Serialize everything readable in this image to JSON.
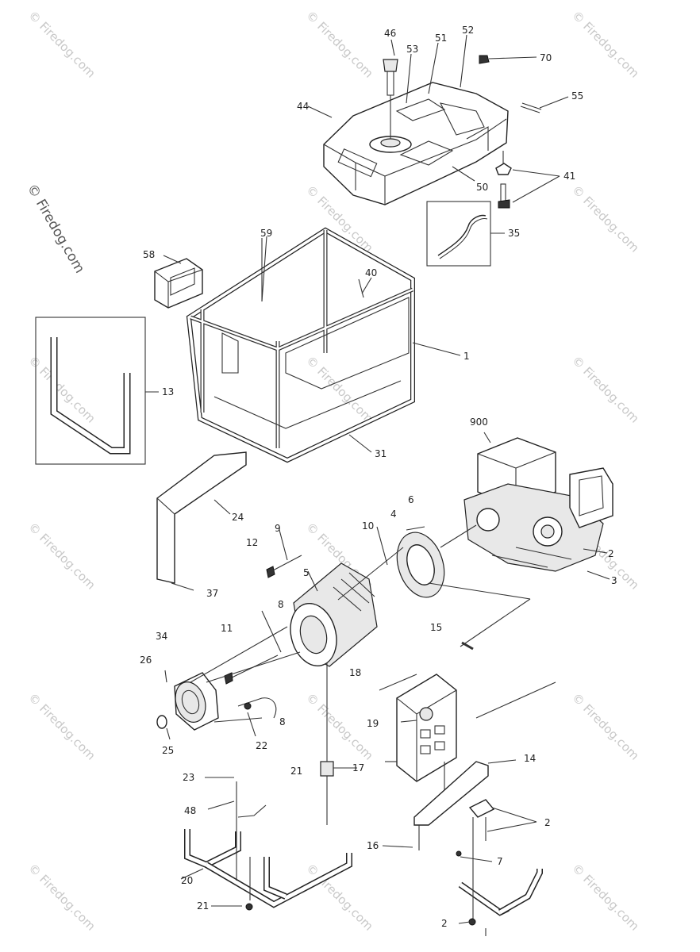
{
  "watermark": {
    "text": "© Firedog.com",
    "side_text": "© Firedog.com"
  },
  "labels": {
    "l46": "46",
    "l53": "53",
    "l51": "51",
    "l52": "52",
    "l70": "70",
    "l55": "55",
    "l44": "44",
    "l50": "50",
    "l41": "41",
    "l35": "35",
    "l59": "59",
    "l58": "58",
    "l40": "40",
    "l1": "1",
    "l13": "13",
    "l900": "900",
    "l31": "31",
    "l24": "24",
    "l6": "6",
    "l4": "4",
    "l10": "10",
    "l9": "9",
    "l12": "12",
    "l5": "5",
    "l2a": "2",
    "l3": "3",
    "l37": "37",
    "l8a": "8",
    "l34": "34",
    "l11": "11",
    "l15": "15",
    "l26": "26",
    "l18": "18",
    "l19": "19",
    "l8b": "8",
    "l22": "22",
    "l25": "25",
    "l21a": "21",
    "l17": "17",
    "l14": "14",
    "l23": "23",
    "l48": "48",
    "l2b": "2",
    "l16": "16",
    "l7": "7",
    "l20": "20",
    "l21b": "21",
    "l2c": "2"
  }
}
